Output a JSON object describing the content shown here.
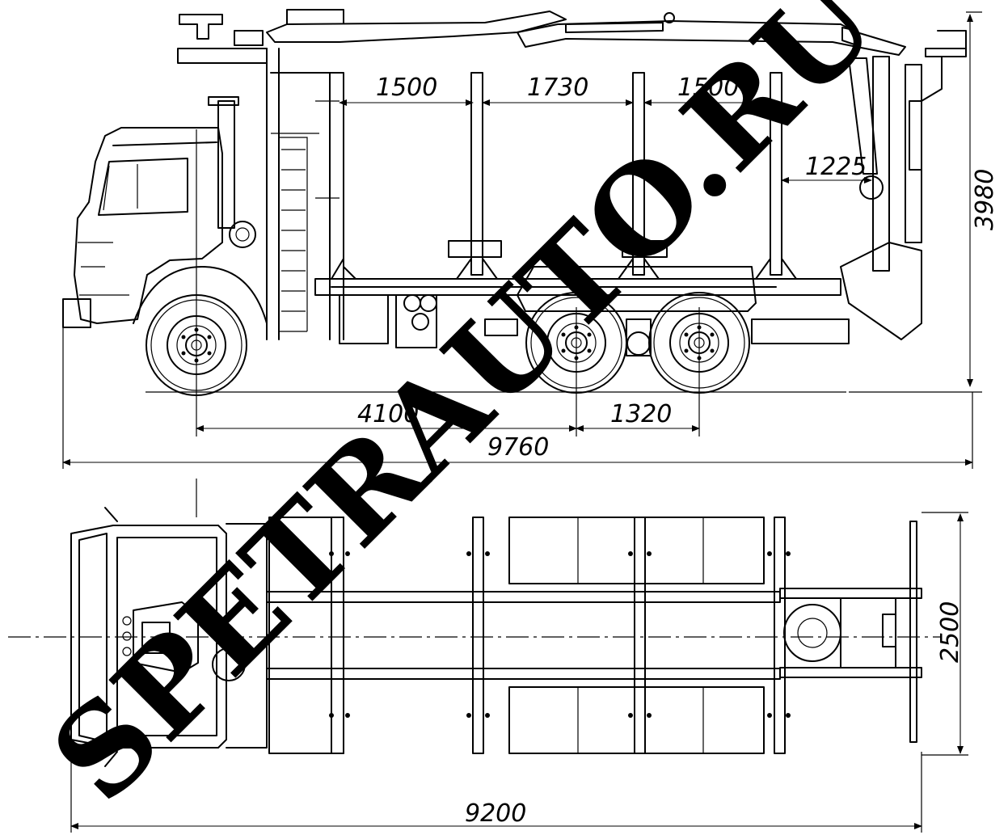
{
  "dimensions": {
    "post_spacing_1": "1500",
    "post_spacing_2": "1730",
    "post_spacing_3": "1500",
    "crane_offset": "1225",
    "total_height": "3980",
    "wheelbase": "4100",
    "bogie_spacing": "1320",
    "overall_length": "9760",
    "frame_length": "9200",
    "overall_width": "2500"
  },
  "watermark": "SPETRAUTO.RU",
  "colors": {
    "line": "#000000",
    "background": "#ffffff"
  }
}
